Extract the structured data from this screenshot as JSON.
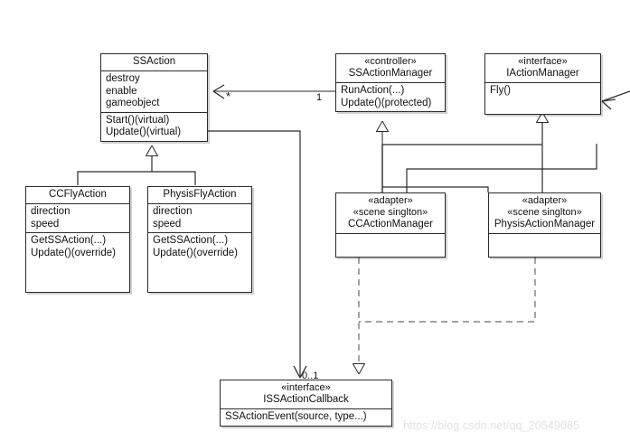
{
  "diagram": {
    "title": "SSAction UML class diagram",
    "stroke": "#2b2b2b",
    "background": "#ffffff",
    "watermark": "https://blog.csdn.net/qq_20549085",
    "nodes": {
      "ssaction": {
        "stereotype": "",
        "name": "SSAction",
        "attributes": [
          "destroy",
          "enable",
          "gameobject"
        ],
        "operations": [
          "Start()(virtual)",
          "Update()(virtual)"
        ]
      },
      "ssactionmanager": {
        "stereotype": "«controller»",
        "name": "SSActionManager",
        "attributes": [],
        "operations": [
          "RunAction(...)",
          "Update()(protected)"
        ]
      },
      "iactionmanager": {
        "stereotype": "«interface»",
        "name": "IActionManager",
        "attributes": [],
        "operations": [
          "Fly()"
        ]
      },
      "ccflyaction": {
        "stereotype": "",
        "name": "CCFlyAction",
        "attributes": [
          "direction",
          "speed"
        ],
        "operations": [
          "GetSSAction(...)",
          "Update()(override)"
        ]
      },
      "physisflyaction": {
        "stereotype": "",
        "name": "PhysisFlyAction",
        "attributes": [
          "direction",
          "speed"
        ],
        "operations": [
          "GetSSAction(...)",
          "Update()(override)"
        ]
      },
      "ccactionmanager": {
        "stereotype": "«adapter»",
        "stereotype2": "«scene singlton»",
        "name": "CCActionManager",
        "attributes": [],
        "operations": []
      },
      "physisactionmanager": {
        "stereotype": "«adapter»",
        "stereotype2": "«scene singlton»",
        "name": "PhysisActionManager",
        "attributes": [],
        "operations": []
      },
      "issactioncallback": {
        "stereotype": "«interface»",
        "name": "ISSActionCallback",
        "attributes": [],
        "operations": [
          "SSActionEvent(source, type...)"
        ]
      }
    },
    "multiplicities": {
      "many": "*",
      "one": "1",
      "zero_or_one": "0..1"
    },
    "relations": [
      {
        "name": "ssactionmanager-to-ssaction-association",
        "kind": "association",
        "from": "SSActionManager",
        "to": "SSAction"
      },
      {
        "name": "ccflyaction-generalization",
        "kind": "generalization",
        "from": "CCFlyAction",
        "to": "SSAction"
      },
      {
        "name": "physisflyaction-generalization",
        "kind": "generalization",
        "from": "PhysisFlyAction",
        "to": "SSAction"
      },
      {
        "name": "ccactionmanager-generalization",
        "kind": "generalization",
        "from": "CCActionManager",
        "to": "SSActionManager"
      },
      {
        "name": "physisactionmanager-generalization",
        "kind": "generalization",
        "from": "PhysisActionManager",
        "to": "SSActionManager"
      },
      {
        "name": "ccactionmanager-realization-iactionmanager",
        "kind": "realization",
        "from": "CCActionManager",
        "to": "IActionManager"
      },
      {
        "name": "physisactionmanager-realization-iactionmanager",
        "kind": "realization",
        "from": "PhysisActionManager",
        "to": "IActionManager"
      },
      {
        "name": "ccactionmanager-realization-callback",
        "kind": "realization",
        "from": "CCActionManager",
        "to": "ISSActionCallback"
      },
      {
        "name": "ssaction-to-callback-association",
        "kind": "association",
        "from": "SSAction",
        "to": "ISSActionCallback"
      },
      {
        "name": "external-to-iactionmanager",
        "kind": "association",
        "from": "external",
        "to": "IActionManager"
      }
    ]
  }
}
